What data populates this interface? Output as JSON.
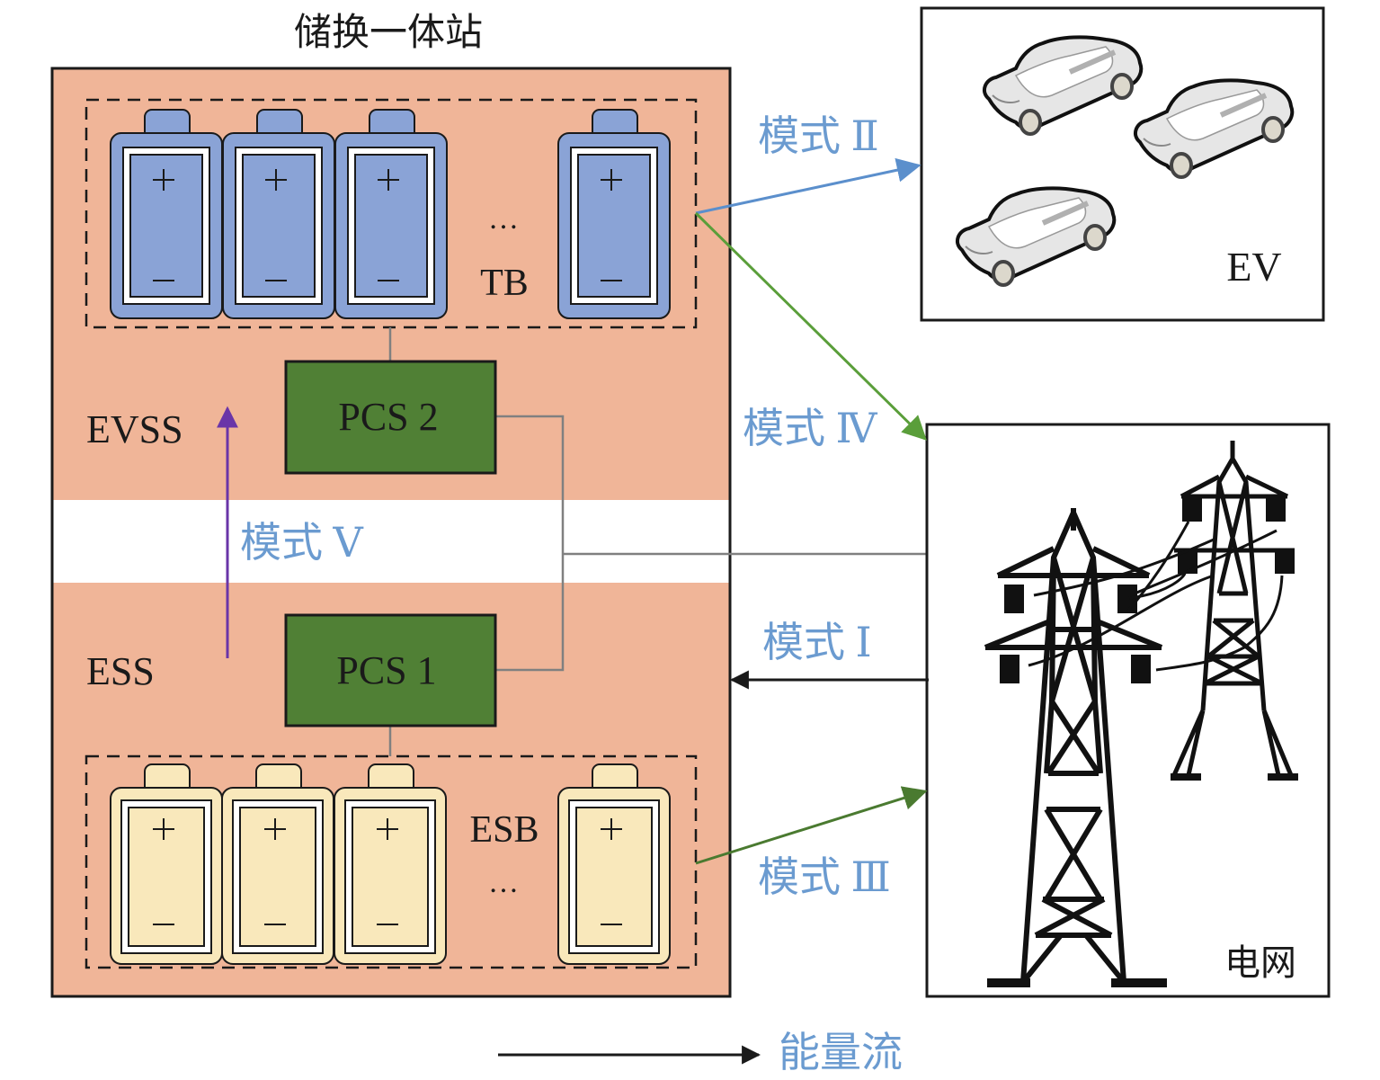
{
  "title": "储换一体站",
  "station": {
    "evss_label": "EVSS",
    "ess_label": "ESS",
    "tb_label": "TB",
    "esb_label": "ESB",
    "ellipsis": "…",
    "pcs1_label": "PCS 1",
    "pcs2_label": "PCS 2",
    "battery_plus": "+",
    "battery_minus": "−"
  },
  "ev_box": {
    "label": "EV",
    "car_count": 3
  },
  "grid_box": {
    "label": "电网"
  },
  "modes": {
    "mode1": "模式 Ⅰ",
    "mode2": "模式 Ⅱ",
    "mode3": "模式 Ⅲ",
    "mode4": "模式 Ⅳ",
    "mode5": "模式 Ⅴ"
  },
  "legend": {
    "label": "能量流"
  },
  "colors": {
    "station_fill": "#f0b598",
    "tb_battery": "#8aa3d6",
    "esb_battery": "#f9e8bb",
    "pcs_fill": "#508035",
    "mode_text": "#6b9bd0",
    "arrow_mode2": "#5b8fcc",
    "arrow_mode3_4": "#5a9e3a",
    "arrow_mode5": "#6a35a8",
    "arrow_mode1": "#1a1a1a"
  }
}
